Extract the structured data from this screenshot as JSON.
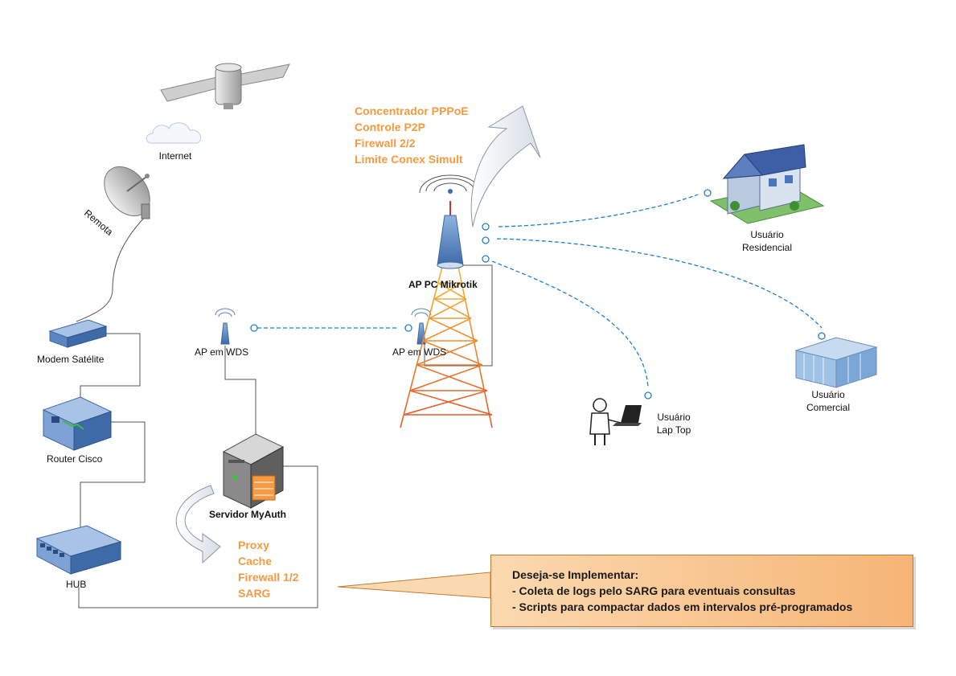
{
  "labels": {
    "internet": "Internet",
    "remota": "Remota",
    "modem": "Modem Satélite",
    "router": "Router Cisco",
    "hub": "HUB",
    "ap_wds_left": "AP em WDS",
    "ap_wds_right": "AP em WDS",
    "ap_pc": "AP PC Mikrotik",
    "servidor": "Servidor MyAuth",
    "residencial_1": "Usuário",
    "residencial_2": "Residencial",
    "comercial_1": "Usuário",
    "comercial_2": "Comercial",
    "laptop_1": "Usuário",
    "laptop_2": "Lap Top"
  },
  "tower_features": [
    "Concentrador PPPoE",
    "Controle P2P",
    "Firewall 2/2",
    "Limite Conex Simult"
  ],
  "server_features": [
    "Proxy",
    "Cache",
    "Firewall 1/2",
    "SARG"
  ],
  "note": {
    "title": "Deseja-se Implementar:",
    "items": [
      "- Coleta de logs pelo SARG para eventuais consultas",
      "- Scripts para compactar dados em intervalos pré-programados"
    ]
  },
  "colors": {
    "accent_orange": "#F59A40",
    "link_blue": "#1F7FC8",
    "device_blue": "#5B86BF",
    "tower_red": "#E35B2A",
    "tower_yellow": "#F2B33A"
  }
}
